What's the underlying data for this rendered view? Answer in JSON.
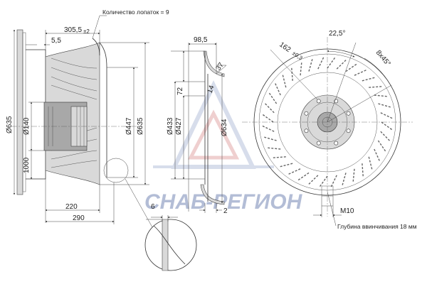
{
  "annotations": {
    "blade_count": "Количество лопаток = 9",
    "thread_depth": "Глубина ввинчивания 18 мм"
  },
  "dims_side_view": {
    "overall_length": "305,5",
    "overall_length_tol": "±2",
    "flange_thickness": "5,5",
    "outer_diameter": "Ø635",
    "hub_diameter": "Ø140",
    "height_1000": "1000",
    "inlet_diameter": "Ø447",
    "outer_diameter_2": "Ø635",
    "length_220": "220",
    "length_290": "290"
  },
  "dims_section_view": {
    "width": "98,5",
    "angle": "37",
    "depth_72": "72",
    "depth_14": "14",
    "d_433": "Ø433",
    "d_427": "Ø427",
    "d_634": "Ø634",
    "detail_6": "6",
    "detail_2": "2"
  },
  "dims_front_view": {
    "bolt_circle": "162",
    "bolt_circle_tol": "±0,3",
    "angle_pitch": "22,5°",
    "holes": "8x45°",
    "thread": "M10"
  },
  "watermark": "СНАБ-РЕГИОН"
}
